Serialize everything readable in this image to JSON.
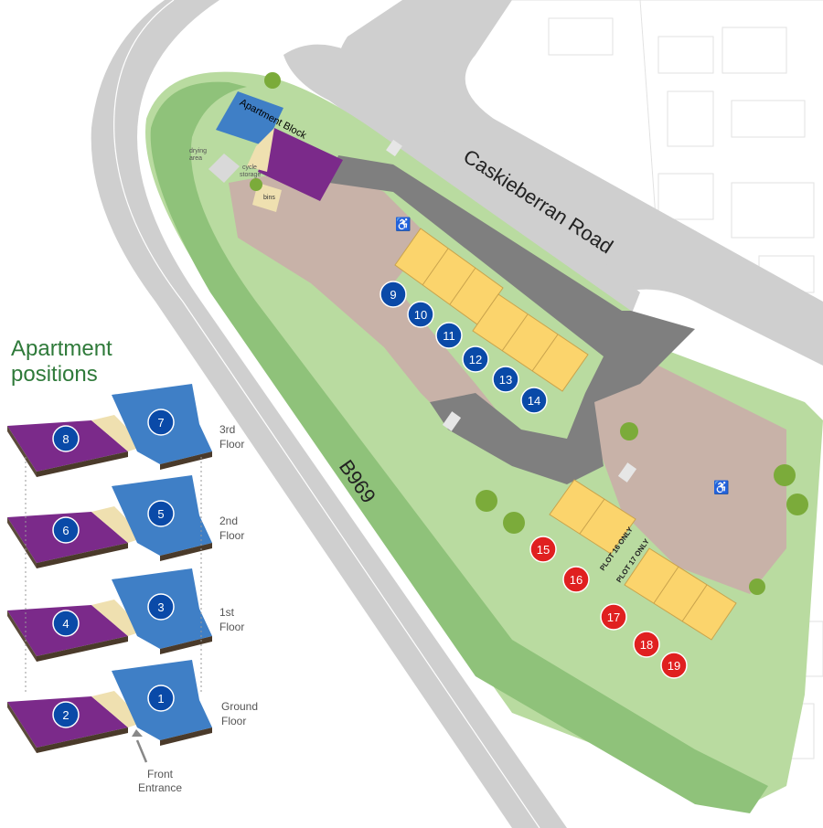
{
  "map": {
    "road_labels": {
      "caskieberran": "Caskieberran Road",
      "b969": "B969"
    },
    "apartment_block_label": "Apartment Block",
    "small_labels": {
      "drying": "drying",
      "area": "area",
      "cycle": "cycle",
      "storage": "storage",
      "bins": "bins"
    },
    "plot_notes": {
      "plot16": "PLOT 16 ONLY",
      "plot17": "PLOT 17 ONLY"
    },
    "blue_plots": [
      "9",
      "10",
      "11",
      "12",
      "13",
      "14"
    ],
    "red_plots": [
      "15",
      "16",
      "17",
      "18",
      "19"
    ],
    "colors": {
      "blue_marker": "#0a4aa8",
      "red_marker": "#e02020",
      "house": "#fbd46c",
      "apartment_purple": "#7b2a8a",
      "apartment_blue": "#3f7fc6",
      "grass": "#b9dba0",
      "hedge": "#8fc27a",
      "road": "#cfcfcf",
      "access_road": "#7f7f7f",
      "parking": "#c8b2a8"
    }
  },
  "sidebar": {
    "title_line1": "Apartment",
    "title_line2": "positions",
    "floors": [
      {
        "label1": "3rd",
        "label2": "Floor",
        "left_unit": "8",
        "right_unit": "7"
      },
      {
        "label1": "2nd",
        "label2": "Floor",
        "left_unit": "6",
        "right_unit": "5"
      },
      {
        "label1": "1st",
        "label2": "Floor",
        "left_unit": "4",
        "right_unit": "3"
      },
      {
        "label1": "Ground",
        "label2": "Floor",
        "left_unit": "2",
        "right_unit": "1"
      }
    ],
    "entrance_line1": "Front",
    "entrance_line2": "Entrance"
  }
}
